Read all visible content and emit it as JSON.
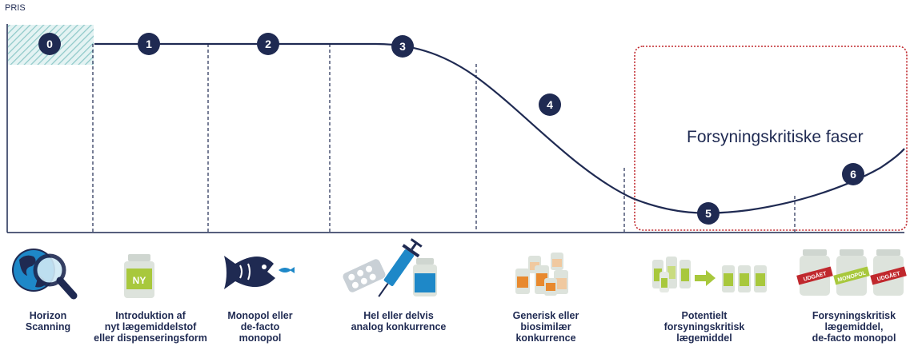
{
  "axis": {
    "y_label": "PRIS"
  },
  "critical_region": {
    "title": "Forsyningskritiske faser"
  },
  "phases": [
    {
      "number": "0",
      "lines": [
        "Horizon",
        "Scanning"
      ]
    },
    {
      "number": "1",
      "lines": [
        "Introduktion af",
        "nyt lægemiddelstof",
        "eller dispenseringsform"
      ]
    },
    {
      "number": "2",
      "lines": [
        "Monopol eller",
        "de-facto",
        "monopol"
      ]
    },
    {
      "number": "3",
      "lines": [
        "Hel eller delvis",
        "analog konkurrence"
      ]
    },
    {
      "number": "4",
      "lines": [
        "Generisk eller",
        "biosimilær",
        "konkurrence"
      ]
    },
    {
      "number": "5",
      "lines": [
        "Potentielt",
        "forsyningskritisk",
        "lægemiddel"
      ]
    },
    {
      "number": "6",
      "lines": [
        "Forsyningskritisk",
        "lægemiddel,",
        "de-facto monopol"
      ]
    }
  ],
  "icon_texts": {
    "new_bottle": "NY",
    "tags": [
      "UDGÅET",
      "MONOPOL",
      "UDGÅET"
    ]
  },
  "colors": {
    "navy": "#1f2a52",
    "accent_red": "#c0282d",
    "lime": "#a8c83c",
    "orange": "#e8892e",
    "blue": "#1e88c8",
    "teal_hatch": "#8fc9c9"
  }
}
